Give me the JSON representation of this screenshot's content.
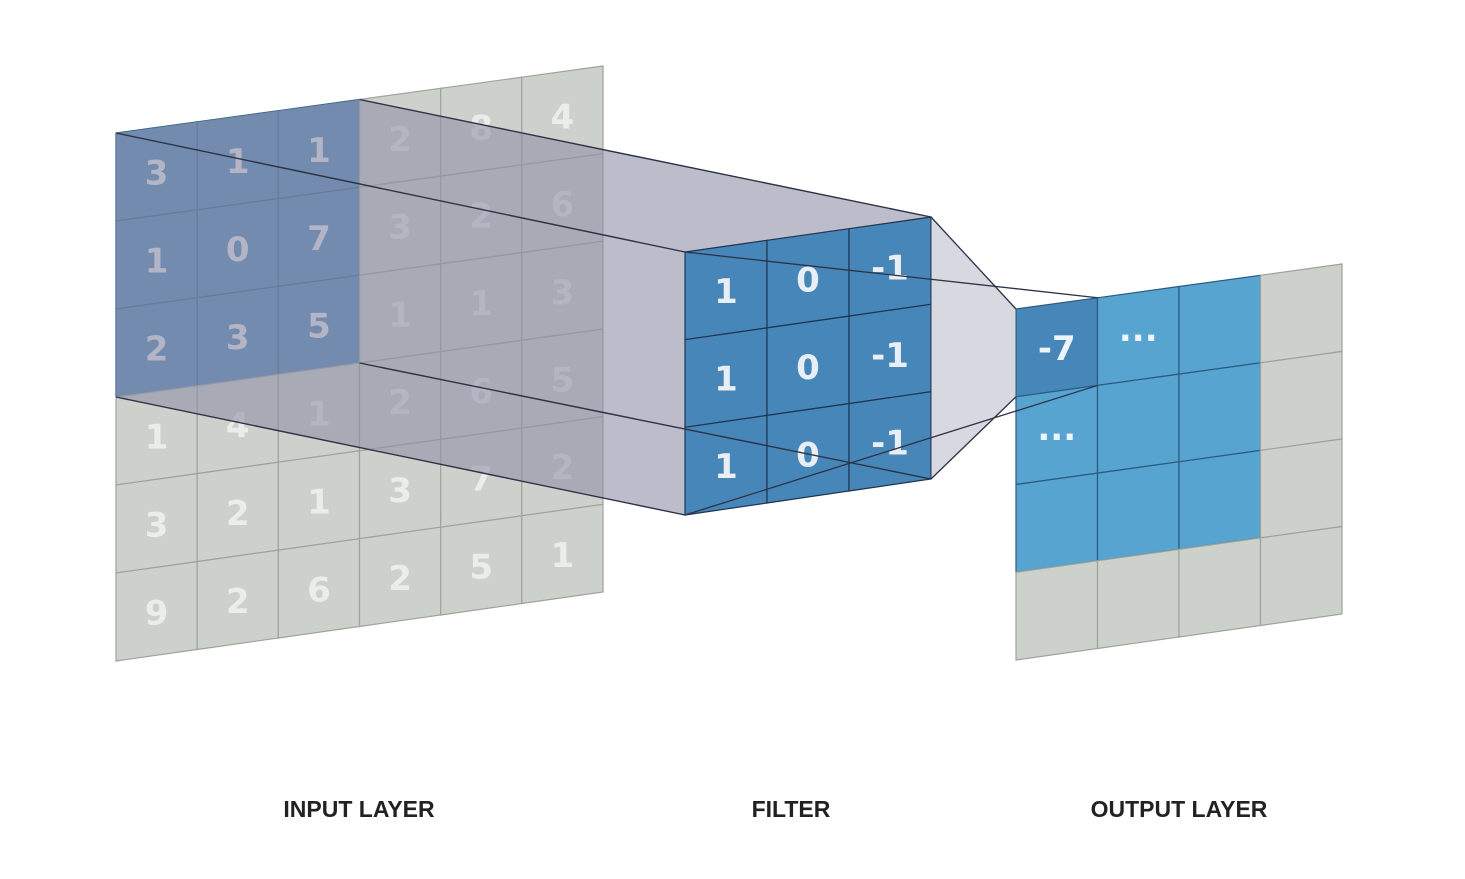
{
  "colors": {
    "grid_gray": "#cdd1cb",
    "grid_line": "#9ea39c",
    "gray_text": "#ebedea",
    "input_blue": "#4786b9",
    "filter_blue": "#4786b9",
    "output_blue": "#56a4cf",
    "output_dark_blue": "#4786b9",
    "cell_text_blue": "#e8eef4",
    "projection_fill": "#8f8fa6",
    "projection_line": "#2c3345",
    "caption": "#222222"
  },
  "input_layer": {
    "label": "INPUT LAYER",
    "rows": [
      [
        "3",
        "1",
        "1",
        "2",
        "8",
        "4"
      ],
      [
        "1",
        "0",
        "7",
        "3",
        "2",
        "6"
      ],
      [
        "2",
        "3",
        "5",
        "1",
        "1",
        "3"
      ],
      [
        "1",
        "4",
        "1",
        "2",
        "6",
        "5"
      ],
      [
        "3",
        "2",
        "1",
        "3",
        "7",
        "2"
      ],
      [
        "9",
        "2",
        "6",
        "2",
        "5",
        "1"
      ]
    ]
  },
  "filter": {
    "label": "FILTER",
    "rows": [
      [
        "1",
        "0",
        "-1"
      ],
      [
        "1",
        "0",
        "-1"
      ],
      [
        "1",
        "0",
        "-1"
      ]
    ]
  },
  "output_layer": {
    "label": "OUTPUT LAYER",
    "rows": [
      [
        "-7",
        "...",
        "",
        ""
      ],
      [
        "...",
        "",
        "",
        ""
      ],
      [
        "",
        "",
        "",
        ""
      ],
      [
        "",
        "",
        "",
        ""
      ]
    ]
  }
}
